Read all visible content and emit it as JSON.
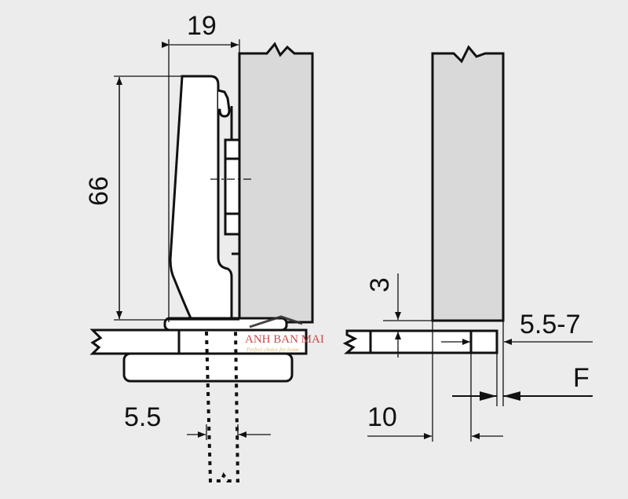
{
  "diagram": {
    "dimensions": {
      "hinge_depth": "19",
      "hinge_height": "66",
      "cup_offset": "5.5",
      "gap": "3",
      "overlay_range": "5.5-7",
      "overlay_label": "F",
      "door_edge_distance": "10"
    },
    "watermark": {
      "brand": "ANH BAN MAI",
      "tagline": "Perfect choice for home"
    },
    "colors": {
      "background": "#ececec",
      "panel": "#d9d9d9",
      "line": "#111111",
      "watermark": "#c0393b"
    }
  }
}
